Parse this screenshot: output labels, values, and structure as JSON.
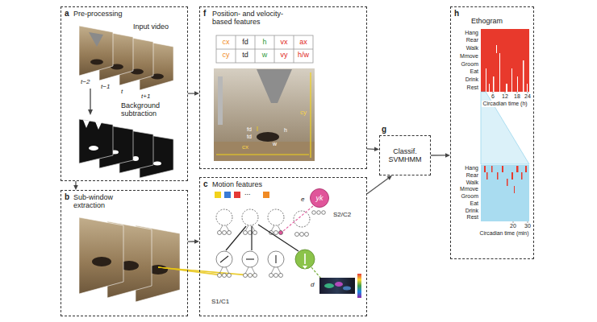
{
  "diagram": {
    "nodes": [
      {
        "text": [
          "a",
          "Pre-processing"
        ]
      },
      {
        "text": [
          "b",
          "Sub-window extraction"
        ]
      },
      {
        "text": [
          "f",
          "Position- and velocity-based features"
        ]
      },
      {
        "text": [
          "c",
          "Motion features"
        ]
      },
      {
        "text": [
          "yk"
        ],
        "in": 3
      },
      {
        "text": [
          "g",
          "Classif. SVMHMM"
        ]
      },
      {
        "text": [
          "h",
          "Ethogram"
        ]
      }
    ],
    "edges": [
      {
        "from": 0,
        "to": 1,
        "arrow": "to"
      },
      {
        "from": 0,
        "to": 2,
        "arrow": "to"
      },
      {
        "from": 1,
        "to": 3,
        "arrow": "to"
      },
      {
        "from": 2,
        "to": 5,
        "arrow": "to"
      },
      {
        "from": 3,
        "to": 5,
        "arrow": "to"
      },
      {
        "from": 5,
        "to": 6,
        "arrow": "to"
      }
    ],
    "labels": [
      "Input video",
      "t−2",
      "t−1",
      "t",
      "t+1",
      "Background subtraction",
      "cx",
      "fd",
      "h",
      "vx",
      "ax",
      "cy",
      "td",
      "w",
      "vy",
      "h/w",
      "cy",
      "cx",
      "fd",
      "td",
      "h",
      "w",
      "S2/C2",
      "S1/C1",
      "d",
      "e",
      "...",
      "Hang",
      "Rear",
      "Walk",
      "Mmove",
      "Groom",
      "Eat",
      "Drink",
      "Rest",
      "6",
      "12",
      "18",
      "24",
      "Circadian time (h)",
      "Hang",
      "Rear",
      "Walk",
      "Mmove",
      "Groom",
      "Eat",
      "Drink",
      "Rest",
      "20",
      "30",
      "Circadian time (min)"
    ]
  }
}
